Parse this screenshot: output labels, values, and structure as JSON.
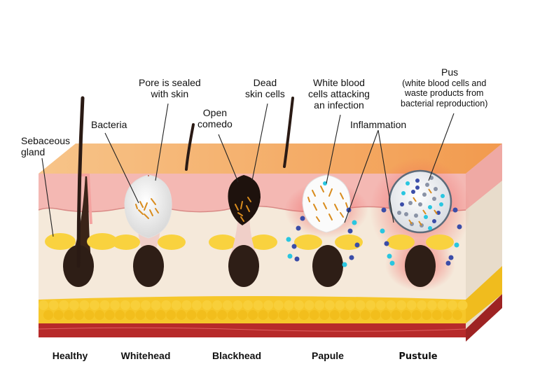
{
  "labels": {
    "sebaceous_gland": [
      "Sebaceous",
      "gland"
    ],
    "bacteria": "Bacteria",
    "pore_sealed": [
      "Pore is sealed",
      "with skin"
    ],
    "open_comedo": [
      "Open",
      "comedo"
    ],
    "dead_skin": [
      "Dead",
      "skin cells"
    ],
    "white_blood": [
      "White blood",
      "cells attacking",
      "an infection"
    ],
    "inflammation": "Inflammation",
    "pus_title": "Pus",
    "pus_detail": [
      "(white blood cells and",
      "waste products from",
      "bacterial reproduction)"
    ]
  },
  "stages": [
    "Healthy",
    "Whitehead",
    "Blackhead",
    "Papule",
    "Pustule"
  ],
  "colors": {
    "skin_top": "#F2A15A",
    "skin_light": "#F7C489",
    "epidermis": "#F4B5B1",
    "dermis": "#F7EBDD",
    "fat": "#F5C623",
    "muscle": "#B72A2A",
    "hair": "#2A1A14",
    "gland": "#F9D23F",
    "inflammation": "#EF6A6A",
    "wbc_blue": "#3B4DA8",
    "cyan": "#29C6E0",
    "bacteria": "#D98C1E"
  }
}
